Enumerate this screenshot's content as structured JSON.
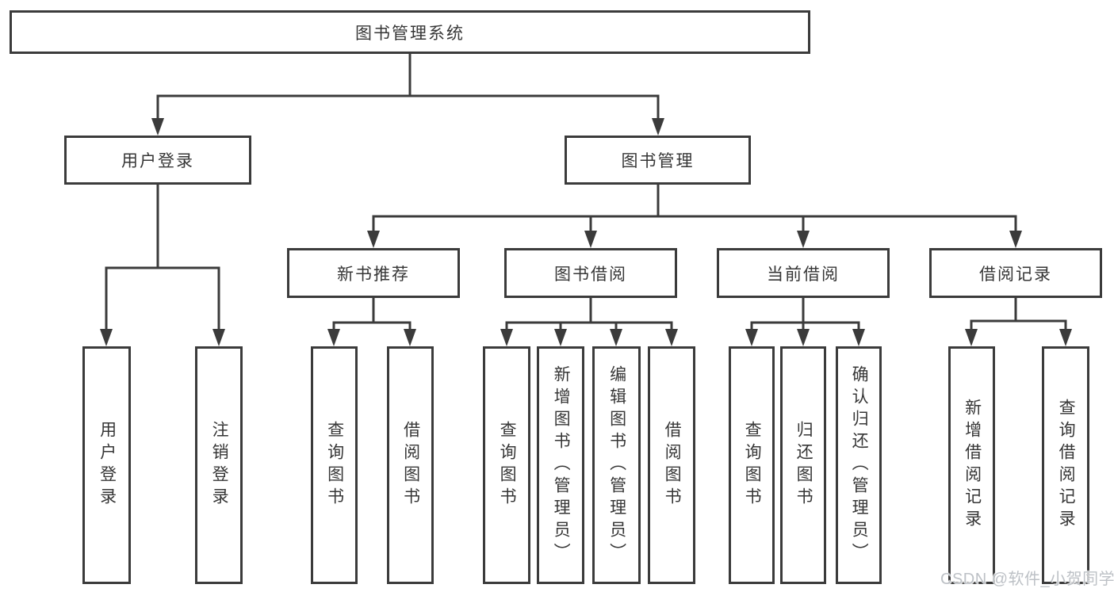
{
  "tree": {
    "root": "图书管理系统",
    "branches": [
      {
        "label": "用户登录",
        "children": [
          "用户登录",
          "注销登录"
        ]
      },
      {
        "label": "图书管理",
        "groups": [
          {
            "label": "新书推荐",
            "children": [
              "查询图书",
              "借阅图书"
            ]
          },
          {
            "label": "图书借阅",
            "children": [
              "查询图书",
              "新增图书（管理员）",
              "编辑图书（管理员）",
              "借阅图书"
            ]
          },
          {
            "label": "当前借阅",
            "children": [
              "查询图书",
              "归还图书",
              "确认归还（管理员）"
            ]
          },
          {
            "label": "借阅记录",
            "children": [
              "新增借阅记录",
              "查询借阅记录"
            ]
          }
        ]
      }
    ]
  },
  "watermark": {
    "text": "CSDN @软件_小贺同学"
  },
  "colors": {
    "line": "#3b3b3b",
    "text": "#363636",
    "watermark_gray": "#bdc1c6",
    "background": "#ffffff"
  }
}
